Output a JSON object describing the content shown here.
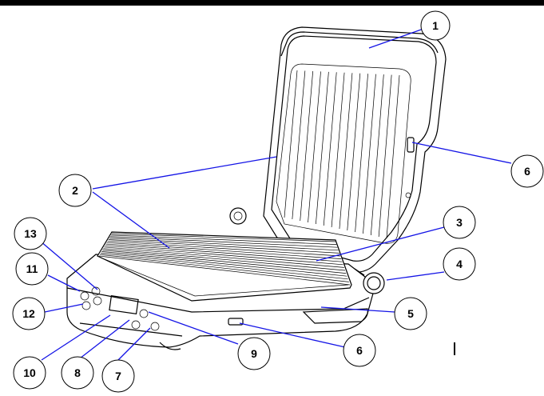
{
  "figure": {
    "subject": "contact-grill",
    "leader_color": "#1414e6",
    "callouts": [
      {
        "id": "c1",
        "label": "1"
      },
      {
        "id": "c2",
        "label": "2"
      },
      {
        "id": "c3",
        "label": "3"
      },
      {
        "id": "c4",
        "label": "4"
      },
      {
        "id": "c5",
        "label": "5"
      },
      {
        "id": "c6a",
        "label": "6"
      },
      {
        "id": "c6b",
        "label": "6"
      },
      {
        "id": "c7",
        "label": "7"
      },
      {
        "id": "c8",
        "label": "8"
      },
      {
        "id": "c9",
        "label": "9"
      },
      {
        "id": "c10",
        "label": "10"
      },
      {
        "id": "c11",
        "label": "11"
      },
      {
        "id": "c12",
        "label": "12"
      },
      {
        "id": "c13",
        "label": "13"
      }
    ]
  }
}
